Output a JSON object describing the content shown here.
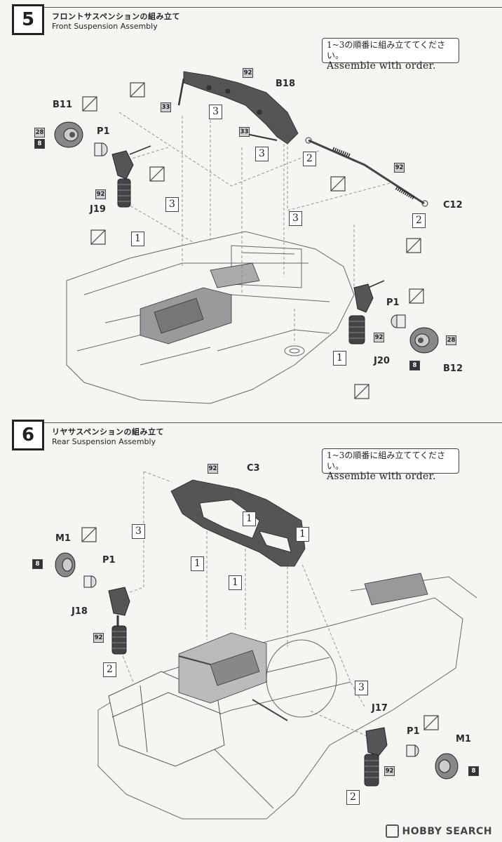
{
  "step5": {
    "number": "5",
    "title_jp": "フロントサスペンションの組み立て",
    "title_en": "Front Suspension Assembly",
    "note_jp": "1~3の順番に組み立ててください。",
    "note_en": "Assemble with order.",
    "labels": {
      "b11": "B11",
      "p1_left": "P1",
      "j19": "J19",
      "b18": "B18",
      "c12": "C12",
      "p1_right": "P1",
      "j20": "J20",
      "b12": "B12"
    },
    "refs": {
      "r28_left": "28",
      "r8_left": "8",
      "r92_j19": "92",
      "r33_top": "33",
      "r92_b18": "92",
      "r33_mid": "33",
      "r92_c12": "92",
      "r92_j20": "92",
      "r28_right": "28",
      "r8_right": "8"
    },
    "orders": {
      "o3_a": "3",
      "o3_b": "3",
      "o2_a": "2",
      "o3_c": "3",
      "o3_d": "3",
      "o1_a": "1",
      "o2_b": "2",
      "o1_b": "1"
    }
  },
  "step6": {
    "number": "6",
    "title_jp": "リヤサスペンションの組み立て",
    "title_en": "Rear Suspension Assembly",
    "note_jp": "1~3の順番に組み立ててください。",
    "note_en": "Assemble with order.",
    "labels": {
      "c3": "C3",
      "m1_left": "M1",
      "p1_left": "P1",
      "j18": "J18",
      "j17": "J17",
      "p1_right": "P1",
      "m1_right": "M1"
    },
    "refs": {
      "r92_c3": "92",
      "r8_left": "8",
      "r92_j18": "92",
      "r92_j17": "92",
      "r8_right": "8"
    },
    "orders": {
      "o3_a": "3",
      "o1_a": "1",
      "o1_b": "1",
      "o1_c": "1",
      "o1_d": "1",
      "o2_a": "2",
      "o3_b": "3",
      "o2_b": "2"
    }
  },
  "watermark": "HOBBY SEARCH"
}
